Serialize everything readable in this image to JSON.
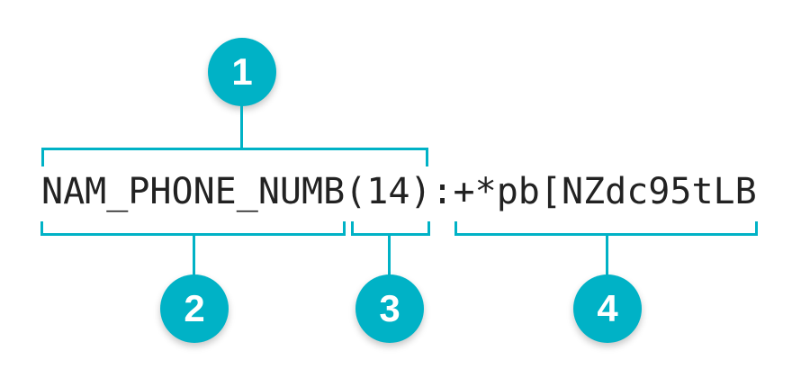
{
  "colors": {
    "accent": "#00b2c6",
    "code_text": "#222222",
    "badge_text": "#ffffff"
  },
  "code": {
    "full_text": "NAM_PHONE_NUMB(14):+*pb[NZdc95tLB",
    "separator": ":",
    "segments": [
      {
        "callout": "1",
        "text": "NAM_PHONE_NUMB(14)"
      },
      {
        "callout": "2",
        "text": "NAM_PHONE_NUMB"
      },
      {
        "callout": "3",
        "text": "(14)"
      },
      {
        "callout": "4",
        "text": "+*pb[NZdc95tLB"
      }
    ]
  },
  "callouts": [
    {
      "number": "1"
    },
    {
      "number": "2"
    },
    {
      "number": "3"
    },
    {
      "number": "4"
    }
  ]
}
